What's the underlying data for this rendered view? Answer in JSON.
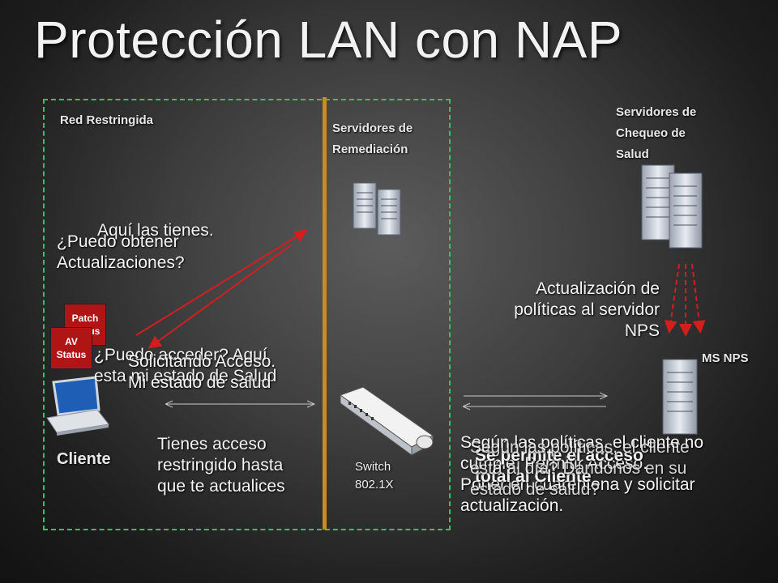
{
  "title": "Protección LAN con NAP",
  "labels": {
    "restricted_network": "Red Restringida",
    "remediation_servers": "Servidores de\nRemediación",
    "health_servers": "Servidores de\nChequeo de\nSalud",
    "ms_nps": "MS NPS",
    "client": "Cliente",
    "switch": "Switch\n802.1X"
  },
  "badges": {
    "patch_status": "Patch\nStatus",
    "av_status": "AV\nStatus"
  },
  "messages": {
    "here_you_have": "Aquí las tienes.",
    "can_i_get_updates": "¿Puedo obtener\nActualizaciones?",
    "policy_update": "Actualización de\npolíticas al servidor\nNPS",
    "can_i_access": "¿Puedo acceder? Aquí\nesta mi estado de Salud",
    "requesting_access": "Solicitando Acceso.\nMi estado de salud",
    "restricted_until_update": "Tienes acceso\nrestringido hasta\nque te actualices",
    "policy_result": "Según las políticas, el cliente no\ncumple. Permitir Acceso.\nPoner en cuarentena y solicitar\nactualización.",
    "full_access": "Se permite el acceso\ntotal al Cliente",
    "client_up_to_date": "Según las políticas, el cliente\nestá al día? Dándonos en su\nestado de salud?"
  },
  "colors": {
    "dashed_border": "#2fc567",
    "divider": "#c68e1e",
    "red_arrow": "#d41e1e",
    "grey_arrow": "#c8c8c8",
    "badge": "#b01515"
  },
  "icons": [
    "server-icon",
    "laptop-icon",
    "switch-icon"
  ]
}
